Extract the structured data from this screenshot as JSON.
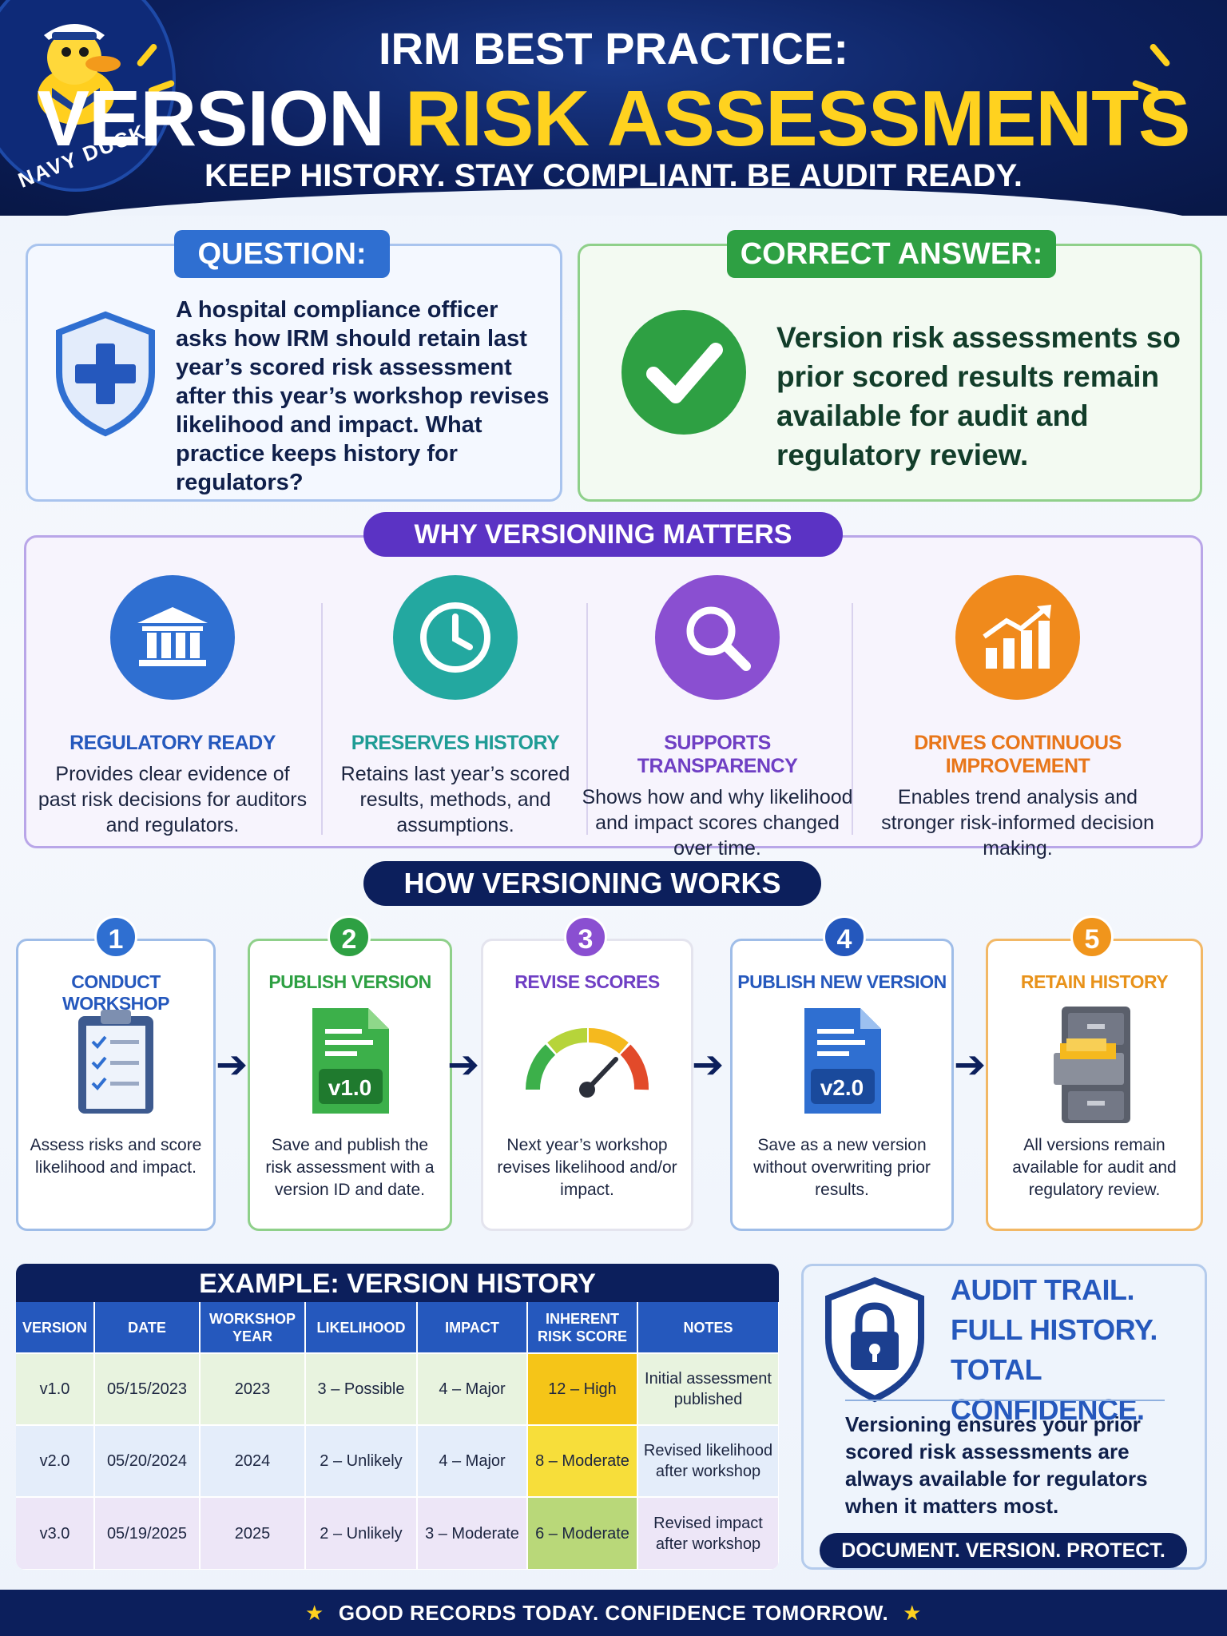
{
  "header": {
    "line1": "IRM BEST PRACTICE:",
    "line2_part1": "VERSION ",
    "line2_part2": "RISK ASSESSMENTS",
    "tagline": "KEEP HISTORY. STAY COMPLIANT. BE AUDIT READY.",
    "logo_text": "NAVY DUCK",
    "accent_color": "#ffd21f"
  },
  "question": {
    "label": "QUESTION:",
    "text": "A hospital compliance officer asks how IRM should retain last year’s scored risk assessment after this year’s workshop revises likelihood and impact. What practice keeps history for regulators?",
    "icon": "shield-medical-icon"
  },
  "answer": {
    "label": "CORRECT ANSWER:",
    "text": "Version risk assessments so prior scored results remain available for audit and regulatory review.",
    "icon": "checkmark-icon"
  },
  "why": {
    "title": "WHY VERSIONING MATTERS",
    "items": [
      {
        "title": "REGULATORY READY",
        "desc": "Provides clear evidence of past risk decisions for auditors and regulators.",
        "color": "#2558bd",
        "icon": "bank-icon"
      },
      {
        "title": "PRESERVES HISTORY",
        "desc": "Retains last year’s scored results, methods, and assumptions.",
        "color": "#1f9c95",
        "icon": "clock-icon"
      },
      {
        "title": "SUPPORTS TRANSPARENCY",
        "desc": "Shows how and why likelihood and impact scores changed over time.",
        "color": "#6f3fc4",
        "icon": "magnifier-icon"
      },
      {
        "title": "DRIVES CONTINUOUS IMPROVEMENT",
        "desc": "Enables trend analysis and stronger risk-informed decision making.",
        "color": "#e8761a",
        "icon": "growth-chart-icon"
      }
    ]
  },
  "how": {
    "title": "HOW VERSIONING WORKS",
    "steps": [
      {
        "num": "1",
        "title": "CONDUCT WORKSHOP",
        "desc": "Assess risks and score likelihood and impact.",
        "color": "#2558bd",
        "icon": "clipboard-icon"
      },
      {
        "num": "2",
        "title": "PUBLISH VERSION",
        "desc": "Save and publish the risk assessment with a version ID and date.",
        "color": "#2ea043",
        "icon": "document-v1-icon",
        "badge": "v1.0"
      },
      {
        "num": "3",
        "title": "REVISE SCORES",
        "desc": "Next year’s workshop revises likelihood and/or impact.",
        "color": "#6f3fc4",
        "icon": "gauge-icon"
      },
      {
        "num": "4",
        "title": "PUBLISH NEW VERSION",
        "desc": "Save as a new version without overwriting prior results.",
        "color": "#2558bd",
        "icon": "document-v2-icon",
        "badge": "v2.0"
      },
      {
        "num": "5",
        "title": "RETAIN HISTORY",
        "desc": "All versions remain available for audit and regulatory review.",
        "color": "#e8921a",
        "icon": "filing-cabinet-icon"
      }
    ]
  },
  "table": {
    "title": "EXAMPLE: VERSION HISTORY",
    "headers": [
      "VERSION",
      "DATE",
      "WORKSHOP YEAR",
      "LIKELIHOOD",
      "IMPACT",
      "INHERENT RISK SCORE",
      "NOTES"
    ],
    "rows": [
      {
        "version": "v1.0",
        "date": "05/15/2023",
        "year": "2023",
        "likelihood": "3 – Possible",
        "impact": "4 – Major",
        "score": "12 – High",
        "score_color": "#f5c518",
        "notes": "Initial assessment published"
      },
      {
        "version": "v2.0",
        "date": "05/20/2024",
        "year": "2024",
        "likelihood": "2 – Unlikely",
        "impact": "4 – Major",
        "score": "8 – Moderate",
        "score_color": "#f7de3a",
        "notes": "Revised likelihood after workshop"
      },
      {
        "version": "v3.0",
        "date": "05/19/2025",
        "year": "2025",
        "likelihood": "2 – Unlikely",
        "impact": "3 – Moderate",
        "score": "6 – Moderate",
        "score_color": "#b9d879",
        "notes": "Revised impact after workshop"
      }
    ]
  },
  "audit": {
    "line1": "AUDIT TRAIL.",
    "line2": "FULL HISTORY.",
    "line3": "TOTAL CONFIDENCE.",
    "text": "Versioning ensures your prior scored risk assessments are always available for regulators when it matters most.",
    "pill": "DOCUMENT. VERSION. PROTECT.",
    "icon": "lock-shield-icon"
  },
  "footer": {
    "text": "GOOD RECORDS TODAY. CONFIDENCE TOMORROW."
  }
}
